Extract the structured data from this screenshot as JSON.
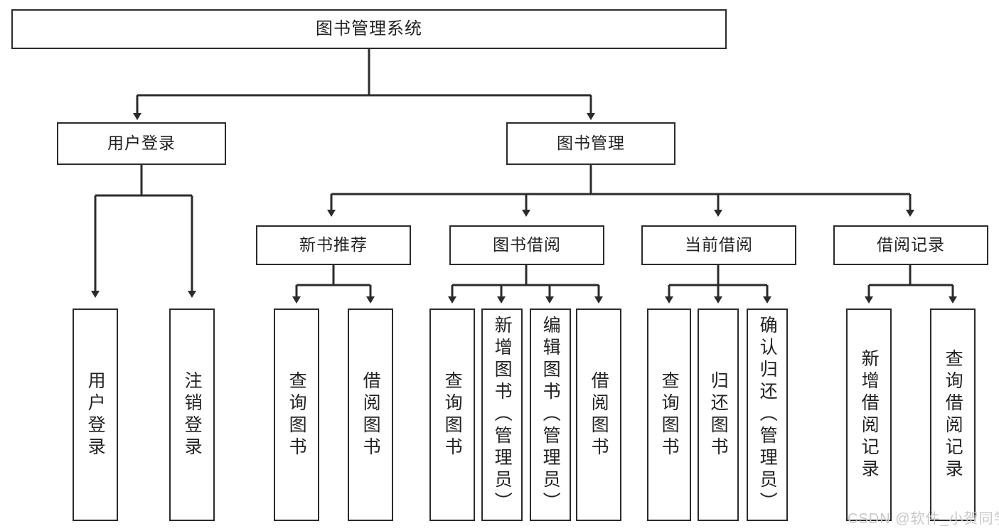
{
  "diagram": {
    "title": "图书管理系统",
    "watermark": "CSDN @软件_小贺同学",
    "levels": {
      "root": {
        "label": "图书管理系统"
      },
      "level1": [
        {
          "id": "user-login",
          "label": "用户登录"
        },
        {
          "id": "book-management",
          "label": "图书管理"
        }
      ],
      "level2": [
        {
          "id": "new-book-recommend",
          "label": "新书推荐"
        },
        {
          "id": "book-borrow",
          "label": "图书借阅"
        },
        {
          "id": "current-borrow",
          "label": "当前借阅"
        },
        {
          "id": "borrow-record",
          "label": "借阅记录"
        }
      ],
      "leaves": {
        "user_login": [
          {
            "id": "leaf-user-login",
            "label": "用户登录"
          },
          {
            "id": "leaf-logout-login",
            "label": "注销登录"
          }
        ],
        "new_book_recommend": [
          {
            "id": "leaf-query-book-1",
            "label": "查询图书"
          },
          {
            "id": "leaf-borrow-book-1",
            "label": "借阅图书"
          }
        ],
        "book_borrow": [
          {
            "id": "leaf-query-book-2",
            "label": "查询图书"
          },
          {
            "id": "leaf-add-book",
            "label": "新增图书（管理员）"
          },
          {
            "id": "leaf-edit-book",
            "label": "编辑图书（管理员）"
          },
          {
            "id": "leaf-borrow-book-2",
            "label": "借阅图书"
          }
        ],
        "current_borrow": [
          {
            "id": "leaf-query-book-3",
            "label": "查询图书"
          },
          {
            "id": "leaf-return-book",
            "label": "归还图书"
          },
          {
            "id": "leaf-confirm-return",
            "label": "确认归还（管理员）"
          }
        ],
        "borrow_record": [
          {
            "id": "leaf-add-record",
            "label": "新增借阅记录"
          },
          {
            "id": "leaf-query-record",
            "label": "查询借阅记录"
          }
        ]
      }
    },
    "colors": {
      "stroke": "#2b2b2b",
      "text": "#222222",
      "background": "#ffffff",
      "watermark": "#c8c8c8"
    }
  }
}
